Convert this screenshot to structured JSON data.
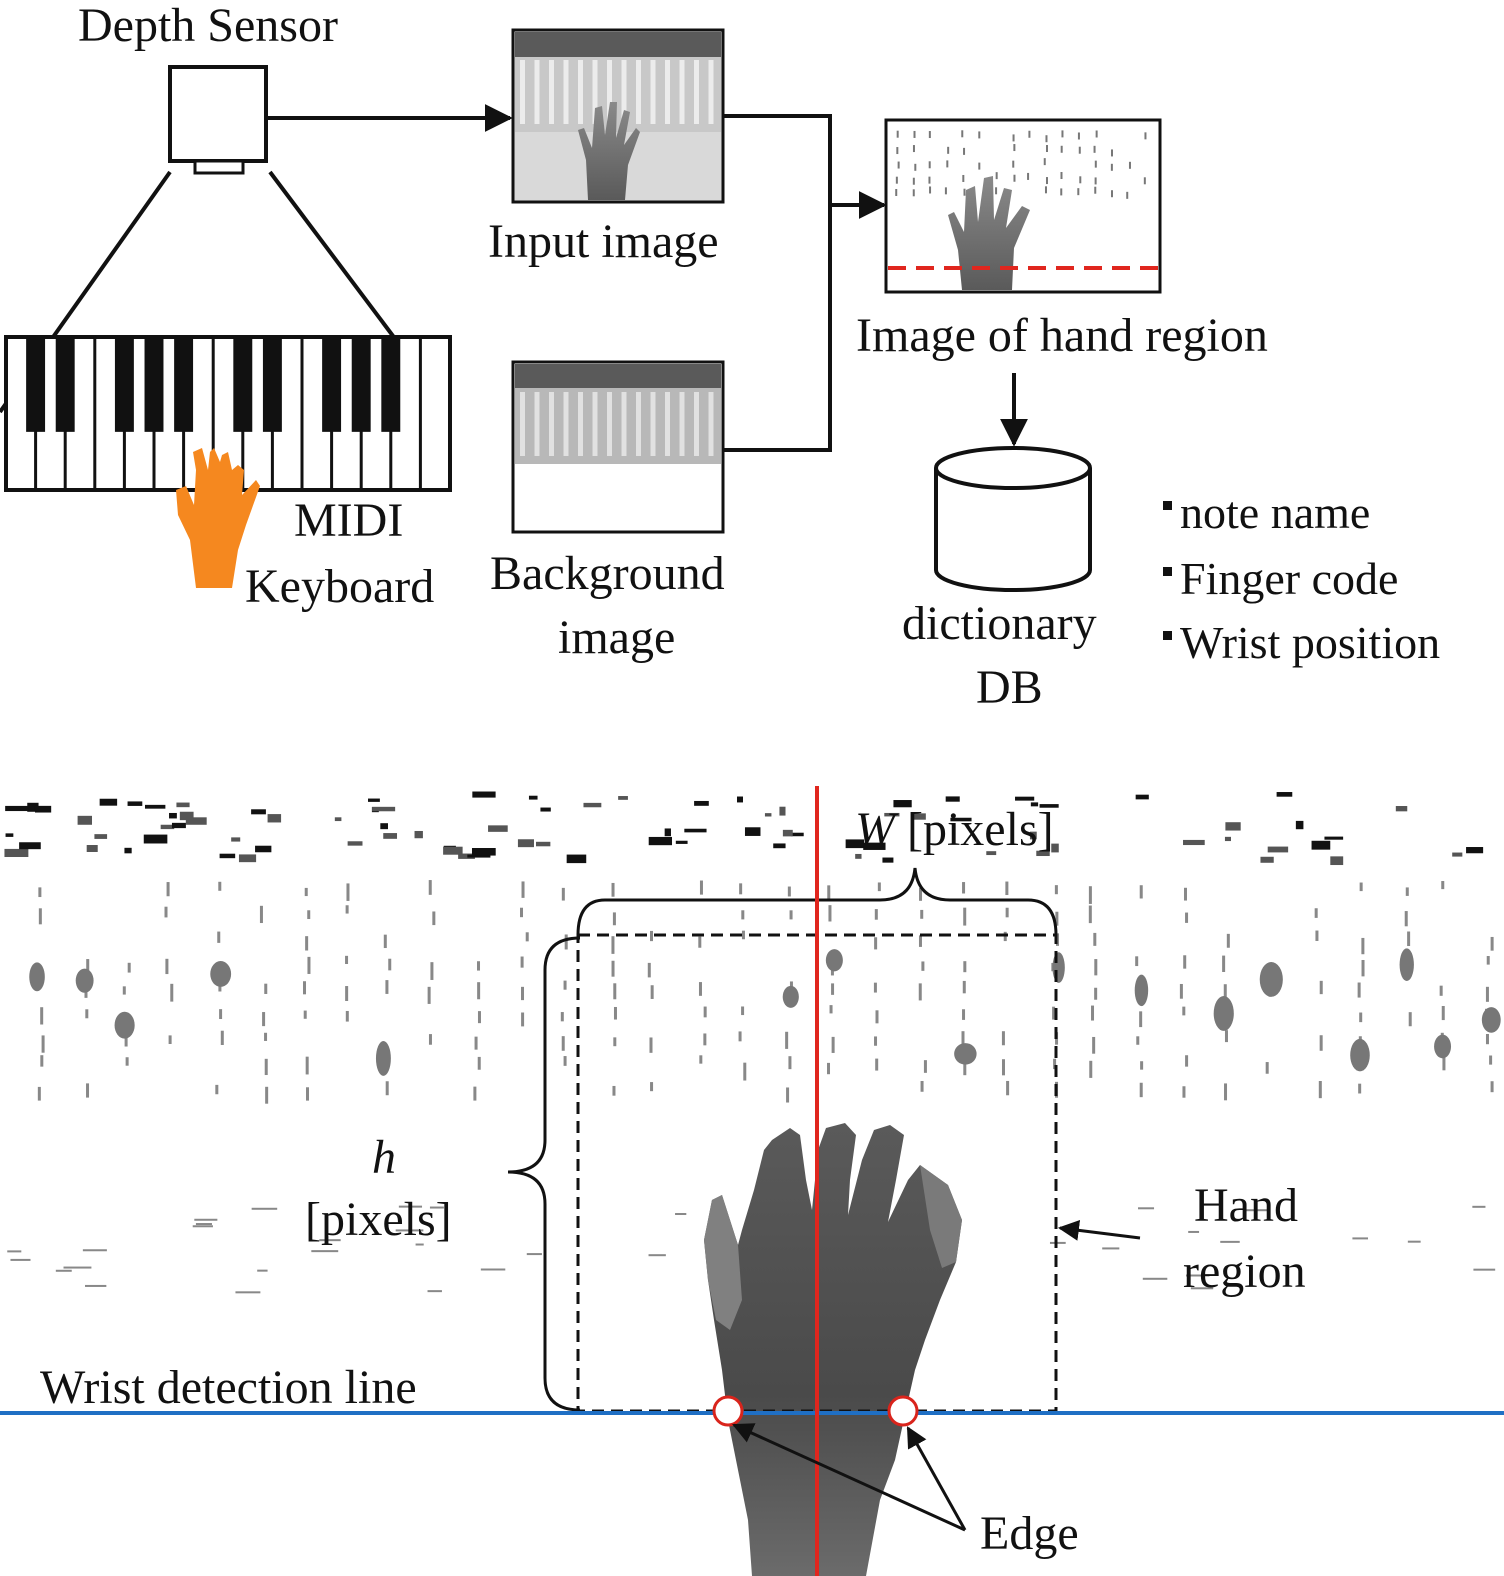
{
  "top_diagram": {
    "depth_sensor_label": "Depth Sensor",
    "input_image_label": "Input image",
    "background_image_label_line1": "Background",
    "background_image_label_line2": "image",
    "hand_region_image_label": "Image of hand region",
    "midi_label_line1": "MIDI",
    "midi_label_line2": "Keyboard",
    "db_label_line1": "dictionary",
    "db_label_line2": "DB",
    "db_fields": [
      "note name",
      "Finger code",
      "Wrist position"
    ]
  },
  "bottom_diagram": {
    "width_var": "W",
    "width_unit": "[pixels]",
    "height_var": "h",
    "height_unit": "[pixels]",
    "hand_region_line1": "Hand",
    "hand_region_line2": "region",
    "wrist_line_label": "Wrist detection line",
    "edge_label": "Edge"
  },
  "colors": {
    "hand_orange": "#f5881f",
    "center_line_red": "#e0261e",
    "wrist_line_blue": "#1f6fc4",
    "dashed_red": "#e0261e",
    "edge_marker_red": "#d9241c"
  }
}
